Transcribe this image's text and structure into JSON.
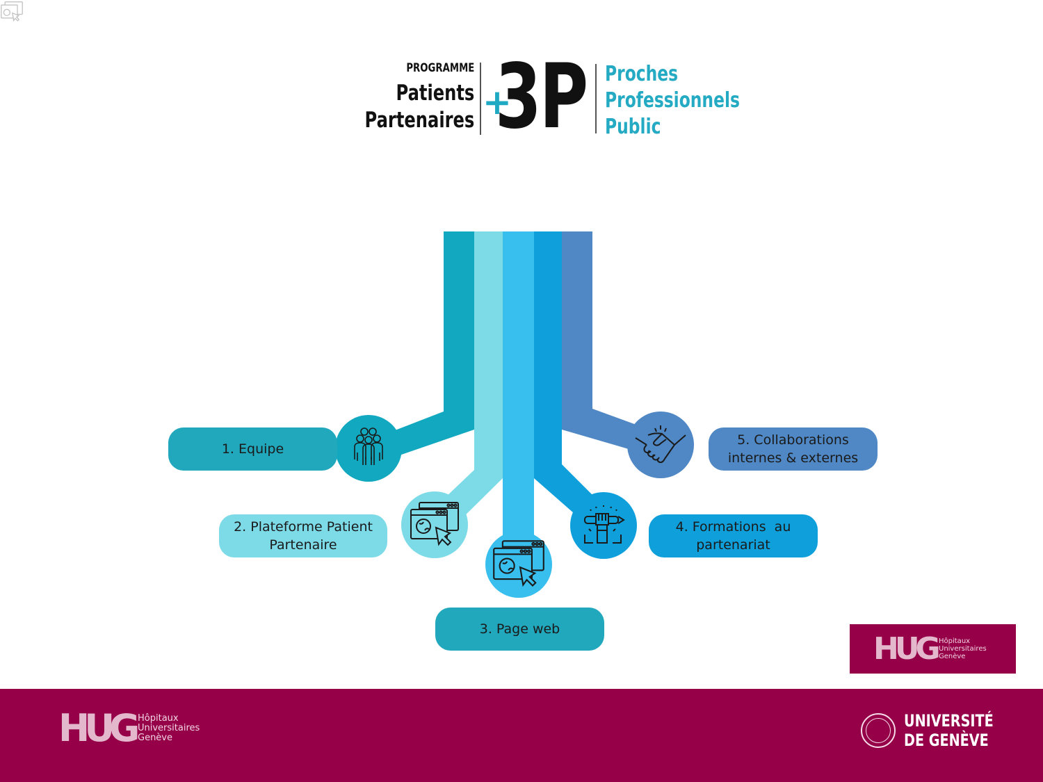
{
  "header": {
    "logo": {
      "programme": "PROGRAMME",
      "patients": "Patients",
      "partenaires": "Partenaires",
      "plus": "+",
      "brand": "3P",
      "lines": [
        "Proches",
        "Professionnels",
        "Public"
      ]
    }
  },
  "diagram": {
    "stripe_colors": [
      "#12a8bf",
      "#7ddbe8",
      "#38bfee",
      "#0fa0dc",
      "#4f88c4"
    ],
    "items": [
      {
        "label": "1. Equipe",
        "icon": "team-icon",
        "color": "#21a8bd"
      },
      {
        "label": "2. Plateforme Patient Partenaire",
        "icon": "web-browser-icon",
        "color": "#7ddbe8"
      },
      {
        "label": "3. Page web",
        "icon": "web-browser-icon",
        "color": "#21a8bd"
      },
      {
        "label": "4. Formations  au partenariat",
        "icon": "raised-fist-pencil-icon",
        "color": "#0fa0dc"
      },
      {
        "label": "5. Collaborations internes & externes",
        "icon": "handshake-icon",
        "color": "#4f88c4"
      }
    ]
  },
  "hug_badge": {
    "mark": "HUG",
    "text": [
      "Hôpitaux",
      "Universitaires",
      "Genève"
    ]
  },
  "footer": {
    "color": "#960048",
    "hug": {
      "mark": "HUG",
      "text": [
        "Hôpitaux",
        "Universitaires",
        "Genève"
      ]
    },
    "unige": {
      "line1": "UNIVERSITÉ",
      "line2": "DE GENÈVE"
    }
  }
}
